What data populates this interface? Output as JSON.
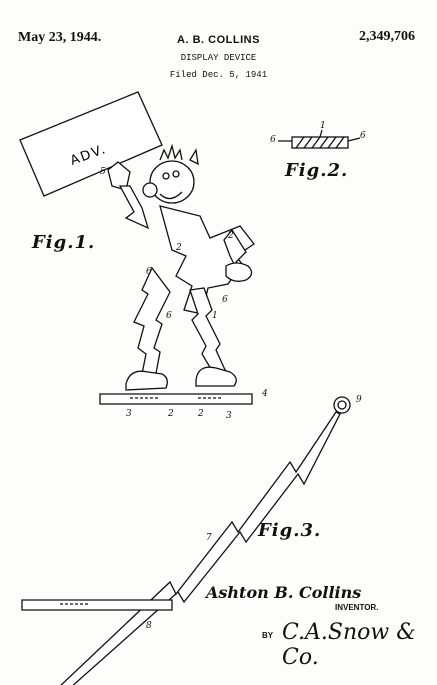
{
  "header": {
    "date": "May 23, 1944.",
    "inventor_name": "A. B. COLLINS",
    "patent_number": "2,349,706",
    "title": "DISPLAY DEVICE",
    "filed": "Filed Dec. 5, 1941"
  },
  "figures": {
    "fig1_label": "Fig.1.",
    "fig2_label": "Fig.2.",
    "fig3_label": "Fig.3."
  },
  "sign_text": "ADV.",
  "reference_numerals": {
    "n1": "1",
    "n2": "2",
    "n3": "3",
    "n4": "4",
    "n5": "5",
    "n6": "6",
    "n7": "7",
    "n8": "8",
    "n9": "9"
  },
  "signature": {
    "inventor": "Ashton B. Collins",
    "inventor_label": "INVENTOR.",
    "by_label": "BY",
    "attorney": "C.A.Snow & Co."
  }
}
